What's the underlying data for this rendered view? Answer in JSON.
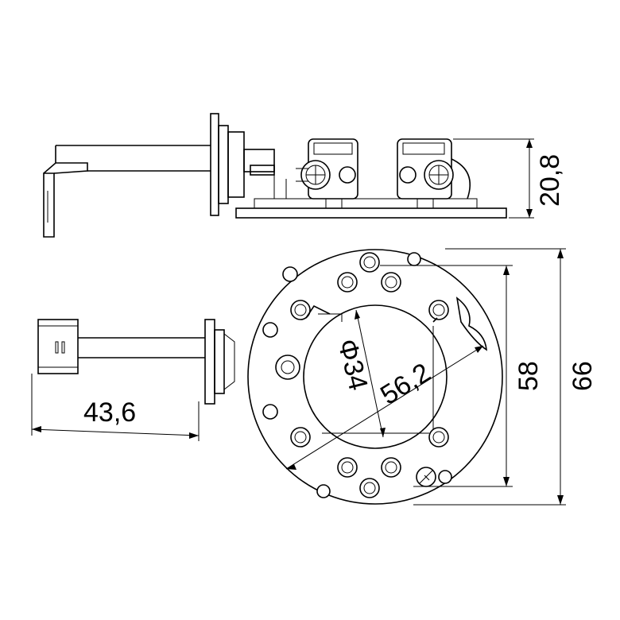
{
  "dimensions": {
    "side_height": "20,8",
    "overall_diameter": "66",
    "inner_height": "58",
    "arm_length": "43,6",
    "bore_diameter": "Φ34",
    "bolt_circle": "56,2"
  }
}
